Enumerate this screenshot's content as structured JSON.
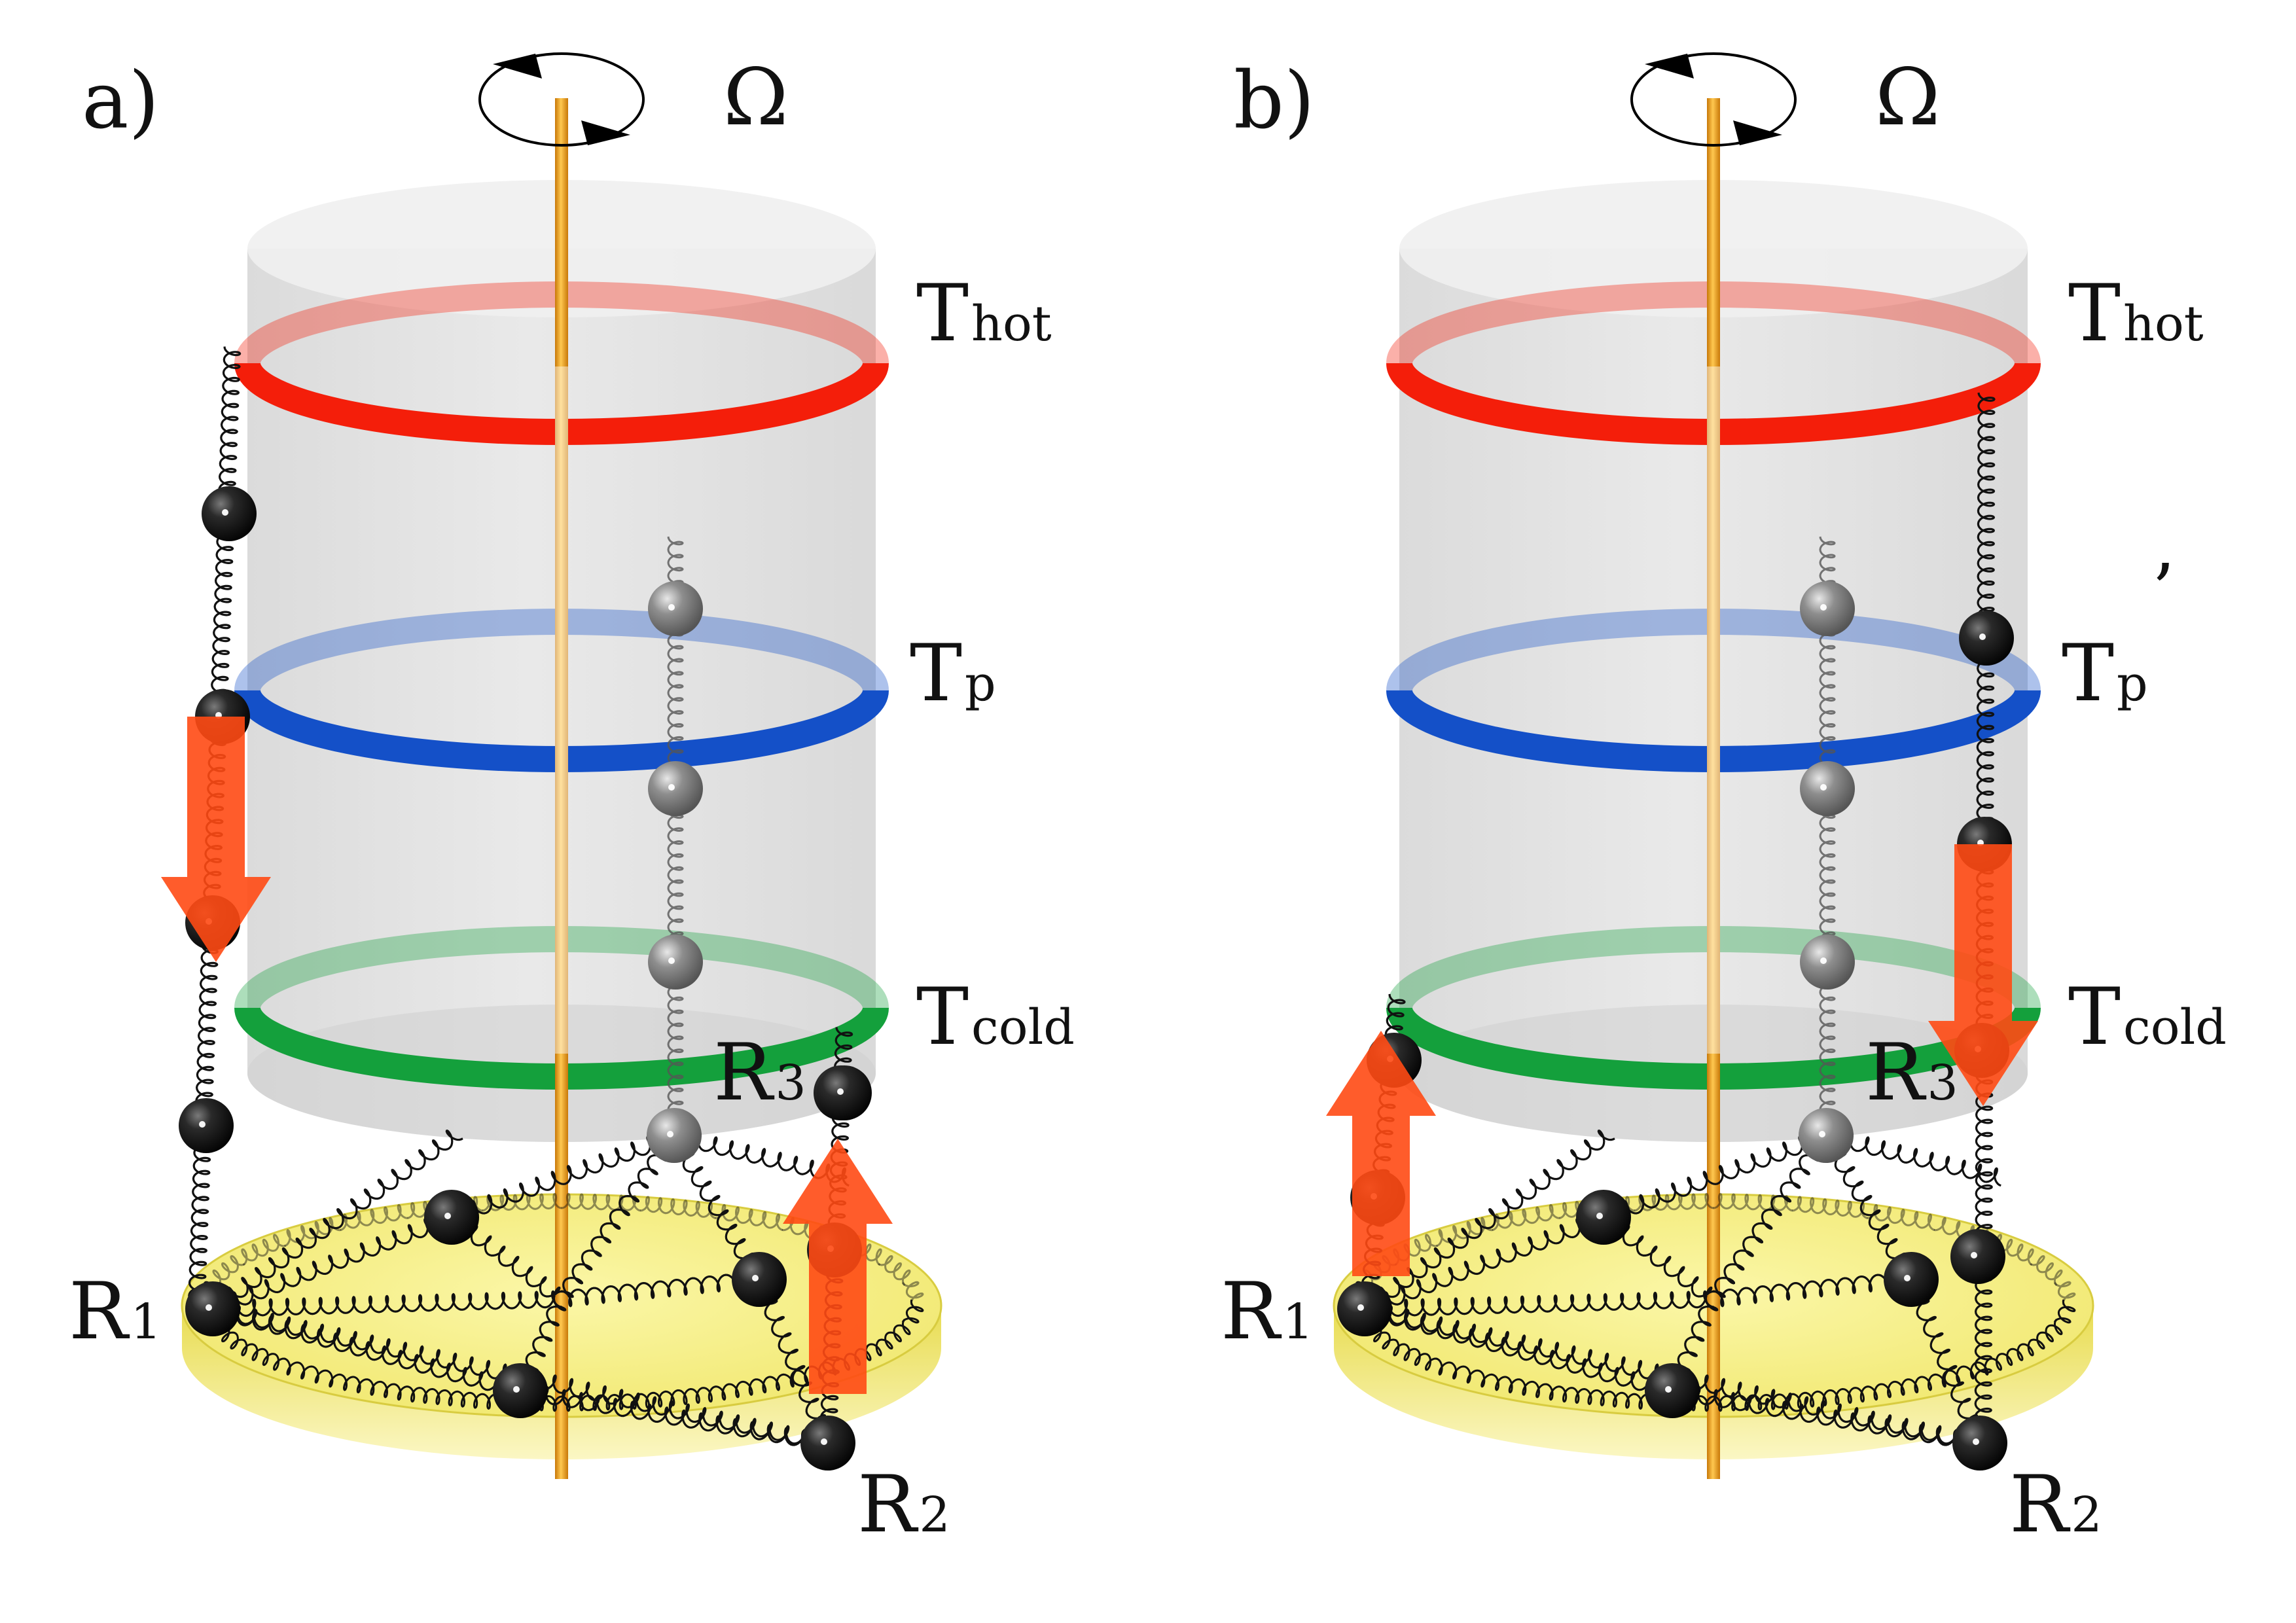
{
  "panels": [
    {
      "id": "a",
      "label": "a)",
      "omega": "Ω",
      "t_hot": {
        "main": "T",
        "sub": "hot"
      },
      "t_p": {
        "main": "T",
        "sub": "p",
        "prime": ""
      },
      "t_cold": {
        "main": "T",
        "sub": "cold"
      },
      "r1": {
        "main": "R",
        "sub": "1"
      },
      "r2": {
        "main": "R",
        "sub": "2"
      },
      "r3": {
        "main": "R",
        "sub": "3"
      }
    },
    {
      "id": "b",
      "label": "b)",
      "omega": "Ω",
      "t_hot": {
        "main": "T",
        "sub": "hot"
      },
      "t_p": {
        "main": "T",
        "sub": "p",
        "prime": "’"
      },
      "t_cold": {
        "main": "T",
        "sub": "cold"
      },
      "r1": {
        "main": "R",
        "sub": "1"
      },
      "r2": {
        "main": "R",
        "sub": "2"
      },
      "r3": {
        "main": "R",
        "sub": "3"
      }
    }
  ],
  "colors": {
    "ring_hot": "#f41e0a",
    "ring_p": "#1450c8",
    "ring_cold": "#14a03c",
    "disk": "#f6f08a",
    "axis": "#f0a020",
    "arrow": "#ff4a14",
    "bead": "#1a1a1a"
  },
  "icons": {
    "rotation": "rotation-arrow-icon",
    "flow": "heat-flow-arrow-icon"
  }
}
